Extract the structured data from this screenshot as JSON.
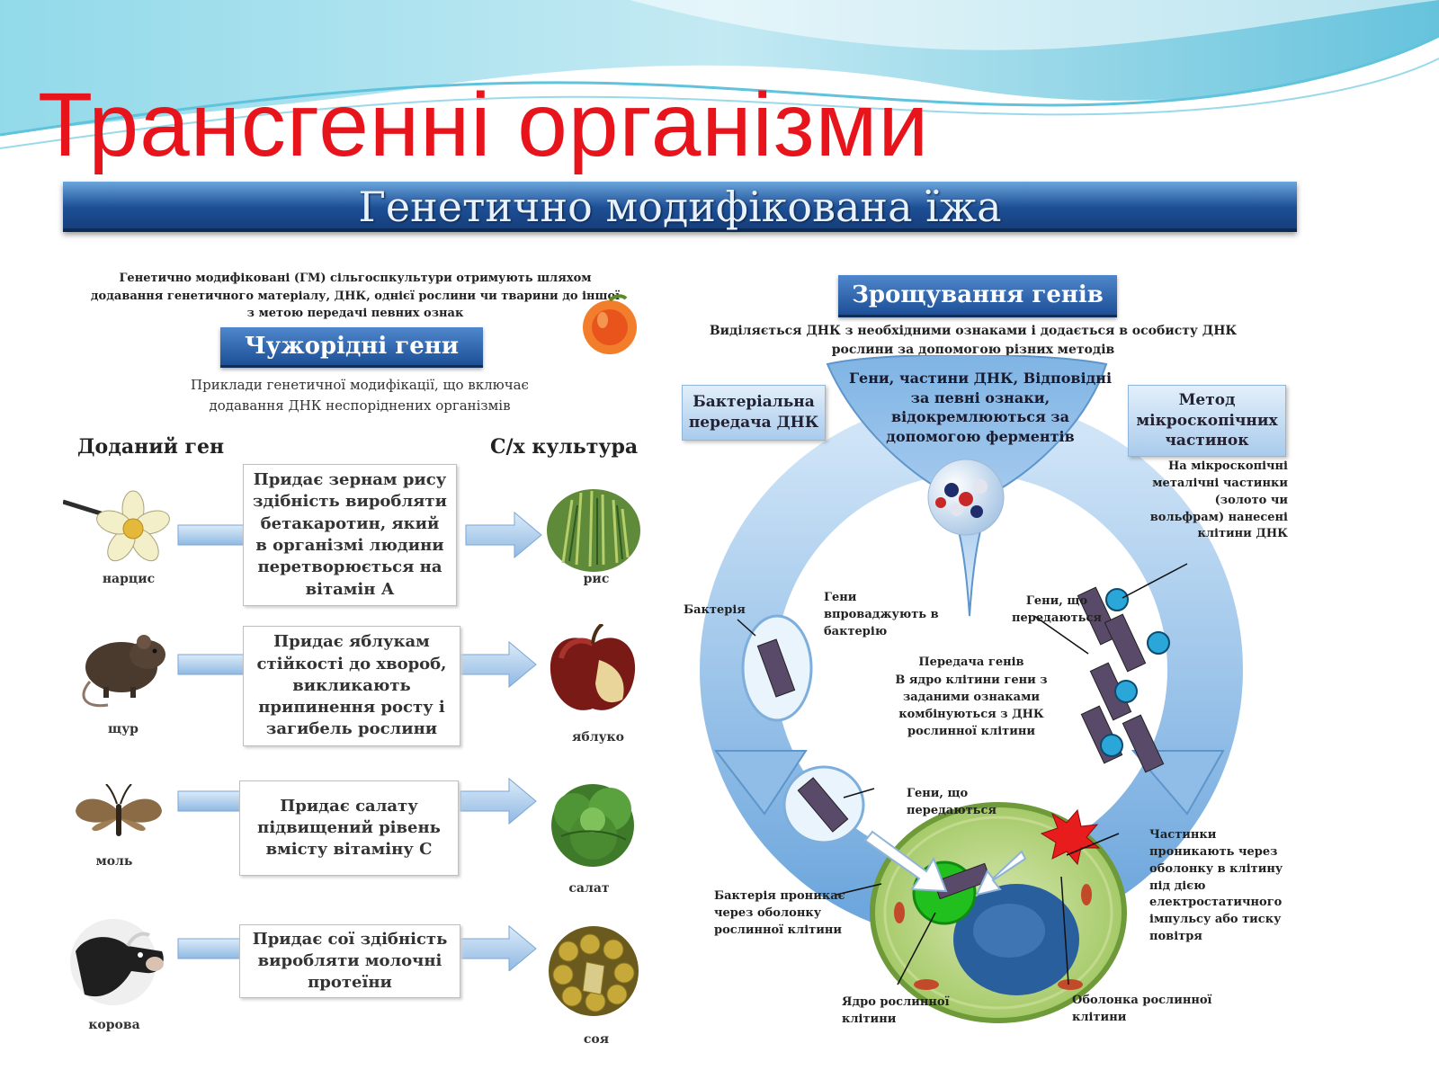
{
  "title": "Трансгенні організми",
  "banner": "Генетично модифікована їжа",
  "left": {
    "intro": "Генетично модифіковані (ГМ) сільгоспкультури отримують шляхом додавання генетичного матеріалу, ДНК, однієї рослини чи тварини до іншої з метою передачі певних ознак",
    "section_button": "Чужорідні гени",
    "section_caption": "Приклади генетичної модифікації, що включає додавання ДНК неспоріднених організмів",
    "col_added_gene": "Доданий ген",
    "col_crop": "С/х культура",
    "rows": [
      {
        "donor": "нарцис",
        "trait": "Придає зернам рису здібність виробляти бетакаротин, який в організмі людини перетворюється на вітамін А",
        "crop": "рис"
      },
      {
        "donor": "щур",
        "trait": "Придає яблукам стійкості до хвороб, викликають припинення росту і загибель рослини",
        "crop": "яблуко"
      },
      {
        "donor": "моль",
        "trait": "Придає салату підвищений рівень вмісту вітаміну С",
        "crop": "салат"
      },
      {
        "donor": "корова",
        "trait": "Придає сої здібність виробляти молочні протеїни",
        "crop": "соя"
      }
    ]
  },
  "right": {
    "section_button": "Зрощування генів",
    "section_caption": "Виділяється ДНК з необхідними ознаками і додається в особисту ДНК рослини за допомогою різних методів",
    "funnel_text": "Гени, частини ДНК, Відповідні за певні ознаки, відокремлюються за допомогою ферментів",
    "bacterial_box": "Бактеріальна передача ДНК",
    "micro_box": "Метод мікроскопічних частинок",
    "micro_note": "На мікроскопічні металічні частинки (золото чи вольфрам) нанесені клітини ДНК",
    "bacterium": "Бактерія",
    "genes_into_bacterium": "Гени впроваджують в бактерію",
    "genes_transferred_right": "Гени, що передаються",
    "transfer_title": "Передача генів",
    "transfer_text": "В ядро клітини гени з заданими ознаками комбінуються з ДНК рослинної клітини",
    "genes_transferred_left": "Гени, що передаються",
    "particles_penetrate": "Частинки проникають через оболонку в клітину під дією електростатичного імпульсу або тиску повітря",
    "bacterium_penetrates": "Бактерія проникає через оболонку рослинної клітини",
    "nucleus": "Ядро рослинної клітини",
    "membrane": "Оболонка рослинної клітини"
  },
  "colors": {
    "title": "#e8141c",
    "banner": "#1d4f96",
    "cycle_blue": "#8fbde8",
    "cell_green": "#7cbf3a",
    "nucleus_blue": "#2a5f9e"
  }
}
